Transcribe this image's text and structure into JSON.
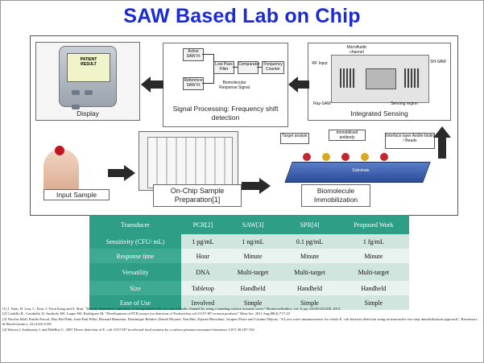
{
  "title": "SAW Based Lab on Chip",
  "diagram": {
    "display_label": "Display",
    "signal_label": "Signal Processing: Frequency shift detection",
    "integrated_label": "Integrated Sensing",
    "input_label": "Input Sample",
    "onchip_label": "On-Chip Sample Preparation[1]",
    "bio_label": "Biomolecule Immobilization",
    "device_screen_line1": "PATIENT",
    "device_screen_line2": "RESULT",
    "sp_blocks": [
      "Active SAW Ft",
      "Low Pass Filter",
      "Comparator",
      "Frequency Counter",
      "Reference SAW Ft",
      "Biomolecular Response Signal"
    ],
    "is_labels": [
      "Microfluidic channel",
      "RF Input",
      "SH-SAW",
      "Ray-SAW",
      "Sensing region"
    ],
    "bio_labels": [
      "Target analyte",
      "Immobilised antibody",
      "Interface layer Avidin-biotin / Beads",
      "Substrate"
    ]
  },
  "table": {
    "headers": [
      "Transducer",
      "PCR[2]",
      "SAW[3]",
      "SPR[4]",
      "Proposed Work"
    ],
    "rows": [
      [
        "Sensitivity (CFU/ mL)",
        "1 pg/mL",
        "1 ng/mL",
        "0.1 pg/mL",
        "1 fg/mL"
      ],
      [
        "Response time",
        "Hour",
        "Minute",
        "Minute",
        "Minute"
      ],
      [
        "Versatility",
        "DNA",
        "Multi-target",
        "Multi-target",
        "Multi-target"
      ],
      [
        "Size",
        "Tabletop",
        "Handheld",
        "Handheld",
        "Handheld"
      ],
      [
        "Ease of Use",
        "Involved",
        "Simple",
        "Simple",
        "Simple"
      ]
    ]
  },
  "references": [
    "[1] J. Nam, H. Lim, C. Kim, J. Yoon Kang and S. Shin, \"Density-dependent separation of encapsulated cells in a microfluidic channel by using a standing surface acoustic wave,\" Biomicrofluidics, vol. 6, pp. 24120-241208, 2012.",
    "[2] Cardillo R., Caraballo JJ, Andriolo MJ, Luque MJ, Rodríguez M, \"Development of PCR assays for detection of Escherichia coli O157:H7 in meat products\" Meat Sci. 2011 Aug;88(4):717-23",
    "[3] Nicolas Moll, Emilie Pascal, Duy Hai Dinh, Jean-Paul Pillot, Bernard Bennetau, Dominique Rebière, Daniel Moynet, Yan Mas, Djavad Mossalayi, Jacques Pistre and Corinne Déjous, \"A Love wave immunosensor for whole E. coli bacteria detection using an innovative two-step immobilisation approach\", Biosensors & Bioelectronics, 22 (2142-2150",
    "[4] Waswa J, Irudayaraj J, and DebRoy C. 2007 Direct detection of E. coli O157:H7 in selected food systems by a surface plasmon resonance biosensor. LWT 40:187-192"
  ],
  "colors": {
    "title": "#1a2bd6",
    "table_header": "#2e9e87",
    "table_row_a": "#cfe5de",
    "table_row_b": "#e8f2ee",
    "big_arrow": "#2a2a2a"
  }
}
